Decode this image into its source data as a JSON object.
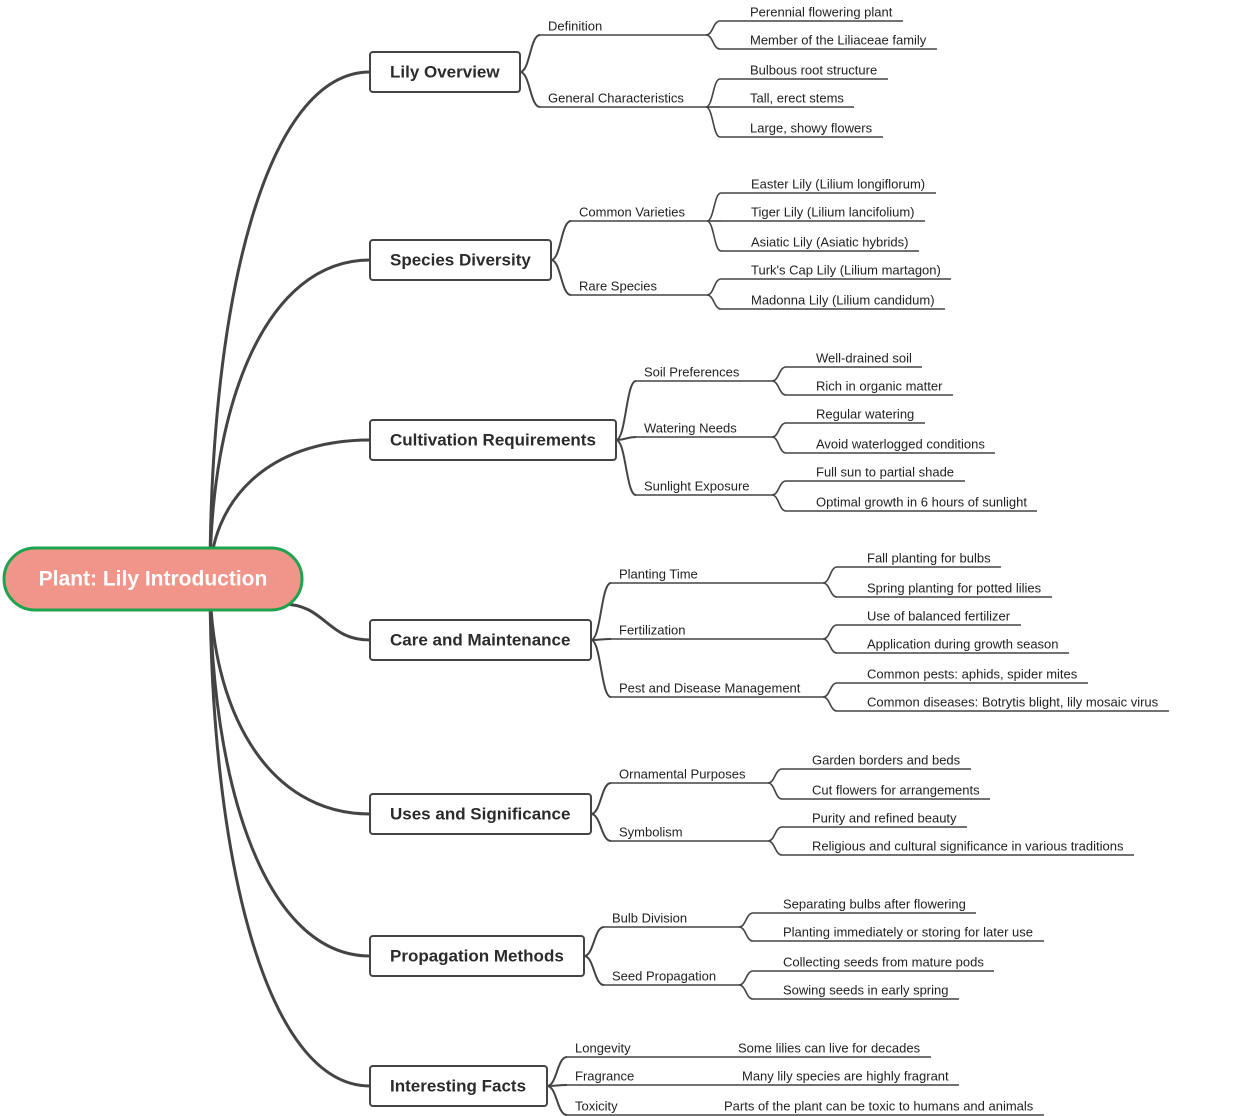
{
  "colors": {
    "root_fill": "#F1948A",
    "root_border": "#1EA44E",
    "line": "#444444",
    "box_border": "#444444"
  },
  "root": "Plant: Lily Introduction",
  "branches": [
    {
      "label": "Lily Overview",
      "children": [
        {
          "label": "Definition",
          "children": [
            "Perennial flowering plant",
            "Member of the Liliaceae family"
          ]
        },
        {
          "label": "General Characteristics",
          "children": [
            "Bulbous root structure",
            "Tall, erect stems",
            "Large, showy flowers"
          ]
        }
      ]
    },
    {
      "label": "Species Diversity",
      "children": [
        {
          "label": "Common Varieties",
          "children": [
            "Easter Lily (Lilium longiflorum)",
            "Tiger Lily (Lilium lancifolium)",
            "Asiatic Lily (Asiatic hybrids)"
          ]
        },
        {
          "label": "Rare Species",
          "children": [
            "Turk's Cap Lily (Lilium martagon)",
            "Madonna Lily (Lilium candidum)"
          ]
        }
      ]
    },
    {
      "label": "Cultivation Requirements",
      "children": [
        {
          "label": "Soil Preferences",
          "children": [
            "Well-drained soil",
            "Rich in organic matter"
          ]
        },
        {
          "label": "Watering Needs",
          "children": [
            "Regular watering",
            "Avoid waterlogged conditions"
          ]
        },
        {
          "label": "Sunlight Exposure",
          "children": [
            "Full sun to partial shade",
            "Optimal growth in 6 hours of sunlight"
          ]
        }
      ]
    },
    {
      "label": "Care and Maintenance",
      "children": [
        {
          "label": "Planting Time",
          "children": [
            "Fall planting for bulbs",
            "Spring planting for potted lilies"
          ]
        },
        {
          "label": "Fertilization",
          "children": [
            "Use of balanced fertilizer",
            "Application during growth season"
          ]
        },
        {
          "label": "Pest and Disease Management",
          "children": [
            "Common pests: aphids, spider mites",
            "Common diseases: Botrytis blight, lily mosaic virus"
          ]
        }
      ]
    },
    {
      "label": "Uses and Significance",
      "children": [
        {
          "label": "Ornamental Purposes",
          "children": [
            "Garden borders and beds",
            "Cut flowers for arrangements"
          ]
        },
        {
          "label": "Symbolism",
          "children": [
            "Purity and refined beauty",
            "Religious and cultural significance in various traditions"
          ]
        }
      ]
    },
    {
      "label": "Propagation Methods",
      "children": [
        {
          "label": "Bulb Division",
          "children": [
            "Separating bulbs after flowering",
            "Planting immediately or storing for later use"
          ]
        },
        {
          "label": "Seed Propagation",
          "children": [
            "Collecting seeds from mature pods",
            "Sowing seeds in early spring"
          ]
        }
      ]
    },
    {
      "label": "Interesting Facts",
      "children": [
        {
          "label": "Longevity",
          "children": [
            "Some lilies can live for decades"
          ]
        },
        {
          "label": "Fragrance",
          "children": [
            "Many lily species are highly fragrant"
          ]
        },
        {
          "label": "Toxicity",
          "children": [
            "Parts of the plant can be toxic to humans and animals"
          ]
        }
      ]
    }
  ]
}
